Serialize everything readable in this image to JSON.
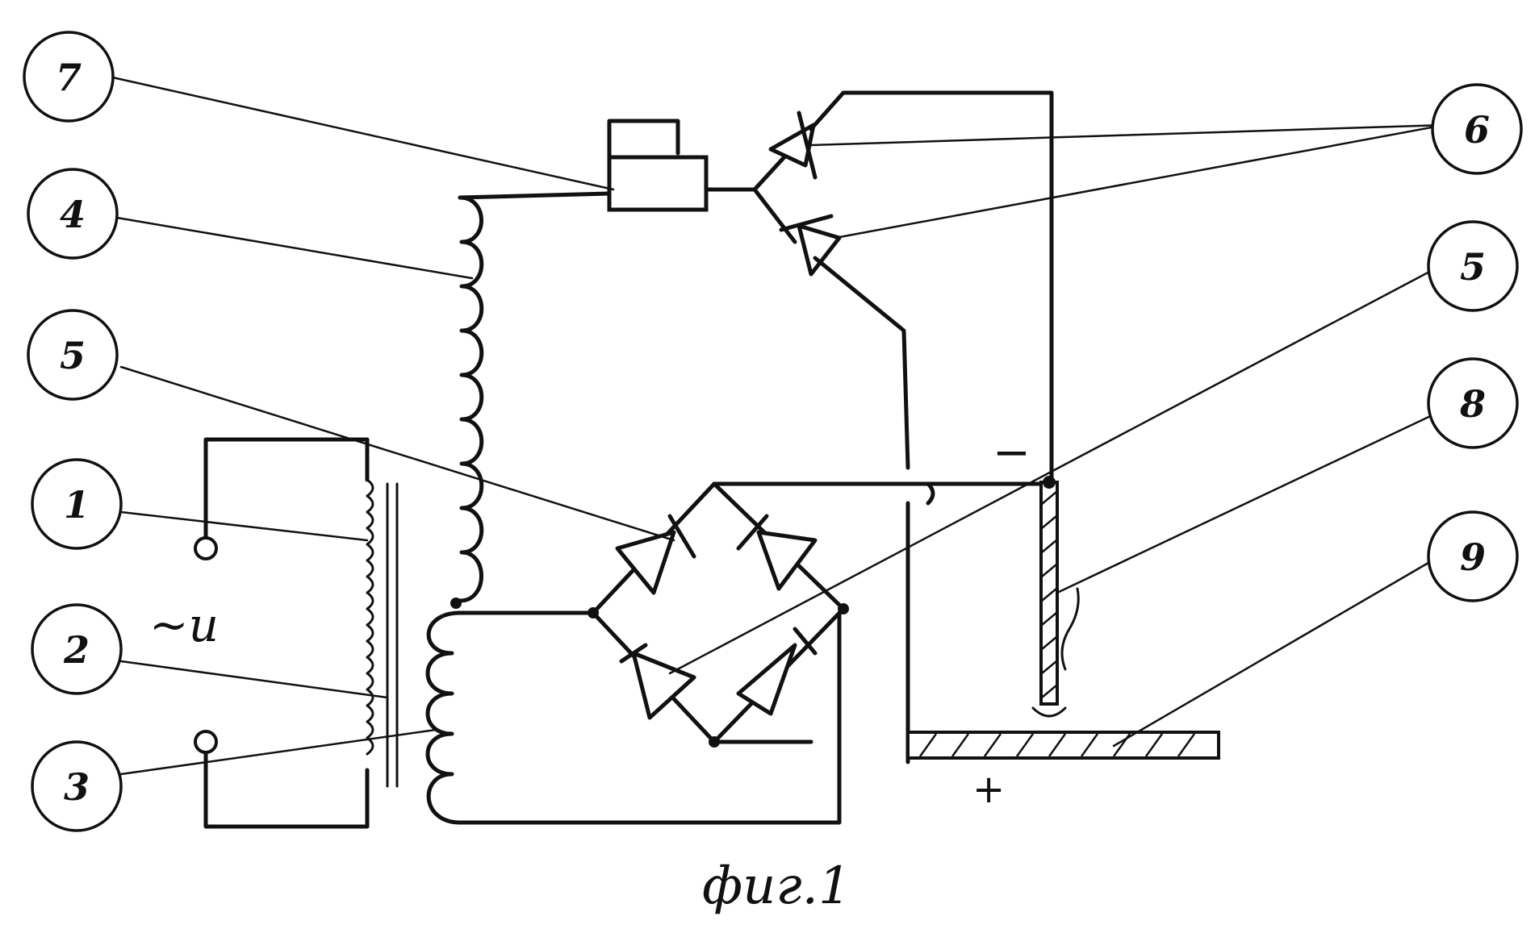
{
  "figure": {
    "caption": "фиг.1",
    "supply_label": "~u",
    "minus_sign": "−",
    "plus_sign": "+"
  },
  "callouts": [
    {
      "id": "7",
      "label": "7"
    },
    {
      "id": "4",
      "label": "4"
    },
    {
      "id": "5-left",
      "label": "5"
    },
    {
      "id": "1",
      "label": "1"
    },
    {
      "id": "2",
      "label": "2"
    },
    {
      "id": "3",
      "label": "3"
    },
    {
      "id": "6",
      "label": "6"
    },
    {
      "id": "5-right",
      "label": "5"
    },
    {
      "id": "8",
      "label": "8"
    },
    {
      "id": "9",
      "label": "9"
    }
  ]
}
